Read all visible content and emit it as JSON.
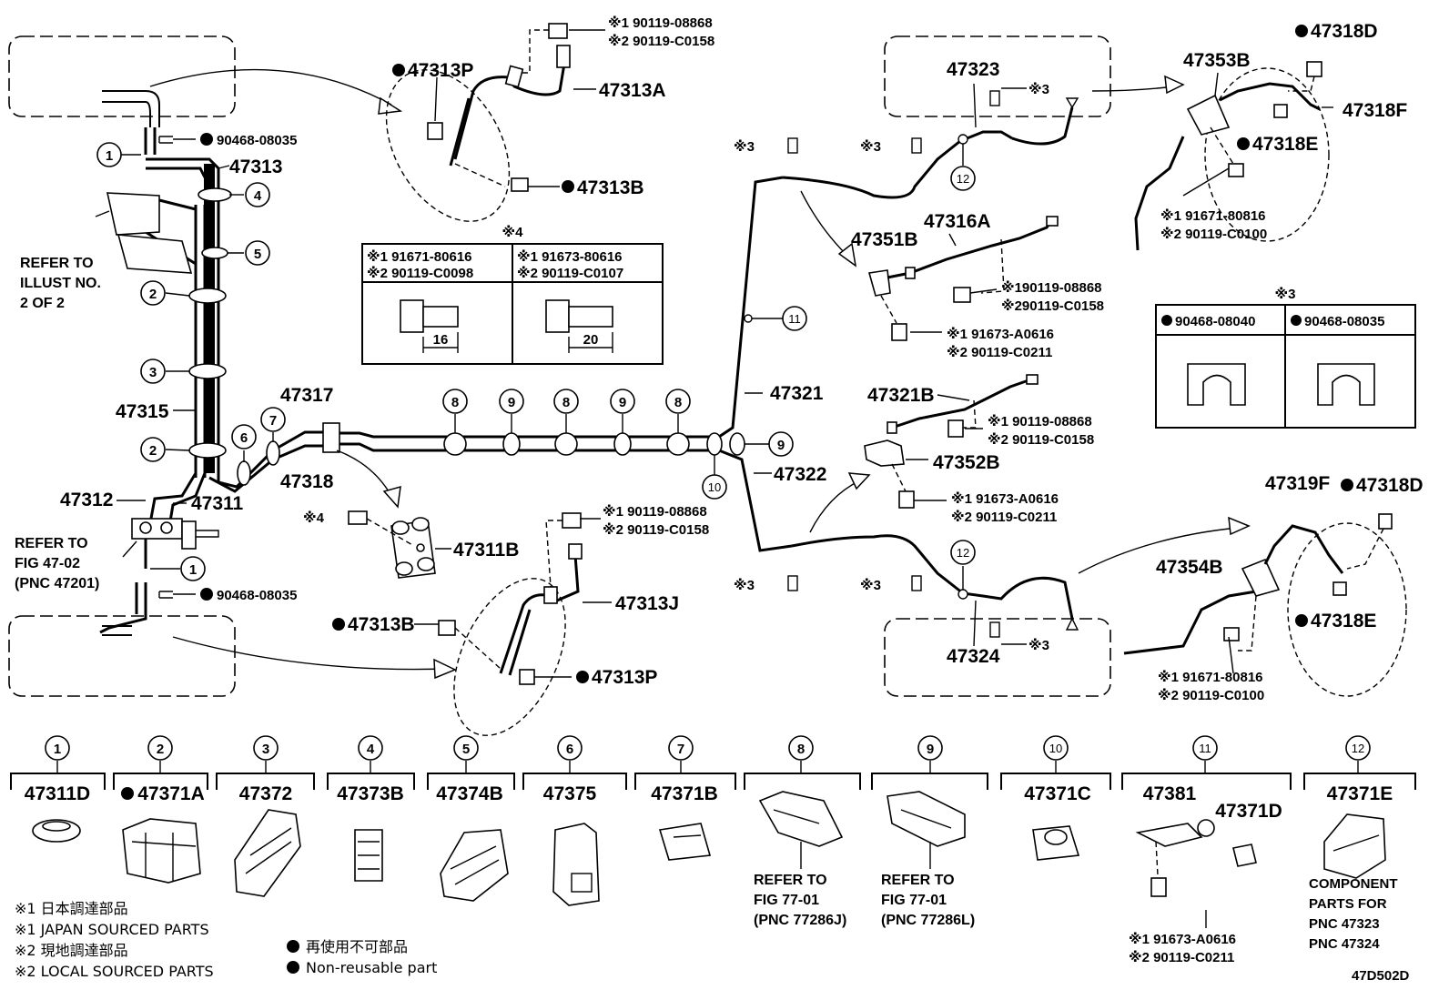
{
  "parts": {
    "p47313P_top": "47313P",
    "p47313A": "47313A",
    "p47313B_top": "47313B",
    "p47313": "47313",
    "p90468_08035_top": "90468-08035",
    "p90468_08035_bot": "90468-08035",
    "p47315": "47315",
    "p47312": "47312",
    "p47311": "47311",
    "p47317": "47317",
    "p47318": "47318",
    "p47311B": "47311B",
    "p47313J": "47313J",
    "p47313B_bot": "47313B",
    "p47313P_bot": "47313P",
    "p47321": "47321",
    "p47322": "47322",
    "p47323": "47323",
    "p47324": "47324",
    "p47351B": "47351B",
    "p47316A": "47316A",
    "p47321B": "47321B",
    "p47352B": "47352B",
    "p47353B": "47353B",
    "p47318D_top": "47318D",
    "p47318F": "47318F",
    "p47318E_top": "47318E",
    "p47319F": "47319F",
    "p47318D_bot": "47318D",
    "p47354B": "47354B",
    "p47318E_bot": "47318E"
  },
  "notes": {
    "top_bolt_1": "※1 90119-08868",
    "top_bolt_2": "※2 90119-C0158",
    "mid_bolt_1": "※1 90119-08868",
    "mid_bolt_2": "※2 90119-C0158",
    "b351_1": "※190119-08868",
    "b351_2": "※290119-C0158",
    "b351s_1": "※1 91673-A0616",
    "b351s_2": "※2 90119-C0211",
    "b321_1": "※1 90119-08868",
    "b321_2": "※2 90119-C0158",
    "b352_1": "※1 91673-A0616",
    "b352_2": "※2 90119-C0211",
    "tr_1": "※1 91671-80816",
    "tr_2": "※2 90119-C0100",
    "br_1": "※1 91671-80816",
    "br_2": "※2 90119-C0100",
    "k47381_1": "※1 91673-A0616",
    "k47381_2": "※2 90119-C0211",
    "x3_a": "※3",
    "x3_b": "※3",
    "x3_c": "※3",
    "x3_d": "※3",
    "x3_e": "※3",
    "x3_f": "※3",
    "x4": "※4",
    "refer_illust": [
      "REFER TO",
      "ILLUST NO.",
      "2 OF 2"
    ],
    "refer_fig4702": [
      "REFER TO",
      "FIG 47-02",
      "(PNC 47201)"
    ]
  },
  "table4": {
    "title": "※4",
    "col1": [
      "※1 91671-80616",
      "※2 90119-C0098"
    ],
    "col2": [
      "※1 91673-80616",
      "※2 90119-C0107"
    ],
    "dim1": "16",
    "dim2": "20"
  },
  "table3": {
    "title": "※3",
    "col1": "90468-08040",
    "col2": "90468-08035"
  },
  "callouts": [
    "1",
    "2",
    "3",
    "4",
    "5",
    "6",
    "7",
    "8",
    "9",
    "10",
    "11",
    "12"
  ],
  "clips": [
    {
      "n": "1",
      "pn": "47311D",
      "nonreuse": false
    },
    {
      "n": "2",
      "pn": "47371A",
      "nonreuse": true
    },
    {
      "n": "3",
      "pn": "47372",
      "nonreuse": false
    },
    {
      "n": "4",
      "pn": "47373B",
      "nonreuse": false
    },
    {
      "n": "5",
      "pn": "47374B",
      "nonreuse": false
    },
    {
      "n": "6",
      "pn": "47375",
      "nonreuse": false
    },
    {
      "n": "7",
      "pn": "47371B",
      "nonreuse": false
    },
    {
      "n": "8",
      "pn": "",
      "nonreuse": false
    },
    {
      "n": "9",
      "pn": "",
      "nonreuse": false
    },
    {
      "n": "10",
      "pn": "47371C",
      "nonreuse": false
    },
    {
      "n": "11",
      "pn": "47381",
      "nonreuse": false
    },
    {
      "n": "12",
      "pn": "47371E",
      "nonreuse": false
    }
  ],
  "clip_extra": {
    "p47371D": "47371D",
    "refer8": [
      "REFER TO",
      "FIG 77-01",
      "(PNC 77286J)"
    ],
    "refer9": [
      "REFER TO",
      "FIG 77-01",
      "(PNC 77286L)"
    ],
    "component": [
      "COMPONENT",
      "PARTS FOR",
      "PNC 47323",
      "PNC 47324"
    ]
  },
  "legend": {
    "l1": "※1 日本調達部品",
    "l2": "※1 JAPAN SOURCED PARTS",
    "l3": "※2 現地調達部品",
    "l4": "※2 LOCAL SOURCED PARTS",
    "r1": "再使用不可部品",
    "r2": "Non-reusable part"
  },
  "code": "47D502D"
}
